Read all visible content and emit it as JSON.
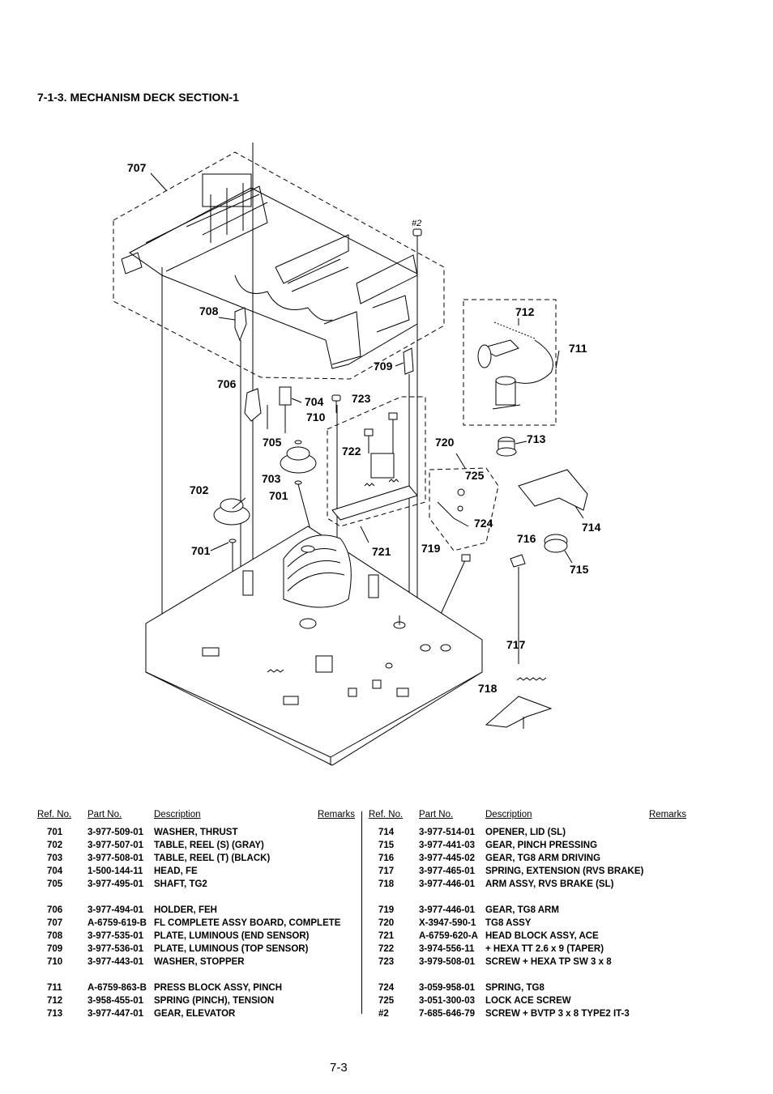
{
  "section_title": "7-1-3. MECHANISM DECK SECTION-1",
  "callouts": {
    "c707": "707",
    "c2": "#2",
    "c708": "708",
    "c712": "712",
    "c711": "711",
    "c709": "709",
    "c706": "706",
    "c704": "704",
    "c723": "723",
    "c710": "710",
    "c705": "705",
    "c722": "722",
    "c720": "720",
    "c713": "713",
    "c703": "703",
    "c725": "725",
    "c702": "702",
    "c701a": "701",
    "c724": "724",
    "c714": "714",
    "c716": "716",
    "c701b": "701",
    "c721": "721",
    "c719": "719",
    "c715": "715",
    "c717": "717",
    "c718": "718"
  },
  "table_headers": {
    "ref": "Ref. No.",
    "part": "Part No.",
    "desc": "Description",
    "remarks": "Remarks"
  },
  "left_rows": [
    {
      "ref": "701",
      "part": "3-977-509-01",
      "desc": "WASHER, THRUST"
    },
    {
      "ref": "702",
      "part": "3-977-507-01",
      "desc": "TABLE, REEL (S) (GRAY)"
    },
    {
      "ref": "703",
      "part": "3-977-508-01",
      "desc": "TABLE, REEL (T) (BLACK)"
    },
    {
      "ref": "704",
      "part": "1-500-144-11",
      "desc": "HEAD, FE"
    },
    {
      "ref": "705",
      "part": "3-977-495-01",
      "desc": "SHAFT, TG2"
    },
    {
      "ref": "706",
      "part": "3-977-494-01",
      "desc": "HOLDER, FEH"
    },
    {
      "ref": "707",
      "part": "A-6759-619-B",
      "desc": "FL COMPLETE ASSY BOARD, COMPLETE"
    },
    {
      "ref": "708",
      "part": "3-977-535-01",
      "desc": "PLATE, LUMINOUS (END SENSOR)"
    },
    {
      "ref": "709",
      "part": "3-977-536-01",
      "desc": "PLATE, LUMINOUS (TOP SENSOR)"
    },
    {
      "ref": "710",
      "part": "3-977-443-01",
      "desc": "WASHER, STOPPER"
    },
    {
      "ref": "711",
      "part": "A-6759-863-B",
      "desc": "PRESS BLOCK ASSY, PINCH"
    },
    {
      "ref": "712",
      "part": "3-958-455-01",
      "desc": "SPRING (PINCH), TENSION"
    },
    {
      "ref": "713",
      "part": "3-977-447-01",
      "desc": "GEAR, ELEVATOR"
    }
  ],
  "right_rows": [
    {
      "ref": "714",
      "part": "3-977-514-01",
      "desc": "OPENER, LID (SL)"
    },
    {
      "ref": "715",
      "part": "3-977-441-03",
      "desc": "GEAR, PINCH PRESSING"
    },
    {
      "ref": "716",
      "part": "3-977-445-02",
      "desc": "GEAR, TG8 ARM DRIVING"
    },
    {
      "ref": "717",
      "part": "3-977-465-01",
      "desc": "SPRING, EXTENSION (RVS BRAKE)"
    },
    {
      "ref": "718",
      "part": "3-977-446-01",
      "desc": "ARM ASSY, RVS BRAKE (SL)"
    },
    {
      "ref": "719",
      "part": "3-977-446-01",
      "desc": "GEAR, TG8 ARM"
    },
    {
      "ref": "720",
      "part": "X-3947-590-1",
      "desc": "TG8 ASSY"
    },
    {
      "ref": "721",
      "part": "A-6759-620-A",
      "desc": "HEAD BLOCK ASSY, ACE"
    },
    {
      "ref": "722",
      "part": "3-974-556-11",
      "desc": "+ HEXA TT 2.6 x 9 (TAPER)"
    },
    {
      "ref": "723",
      "part": "3-979-508-01",
      "desc": "SCREW + HEXA TP SW 3 x 8"
    },
    {
      "ref": "724",
      "part": "3-059-958-01",
      "desc": "SPRING, TG8"
    },
    {
      "ref": "725",
      "part": "3-051-300-03",
      "desc": "LOCK ACE SCREW"
    },
    {
      "ref": "#2",
      "part": "7-685-646-79",
      "desc": "SCREW + BVTP 3 x 8 TYPE2 IT-3"
    }
  ],
  "page_number": "7-3"
}
